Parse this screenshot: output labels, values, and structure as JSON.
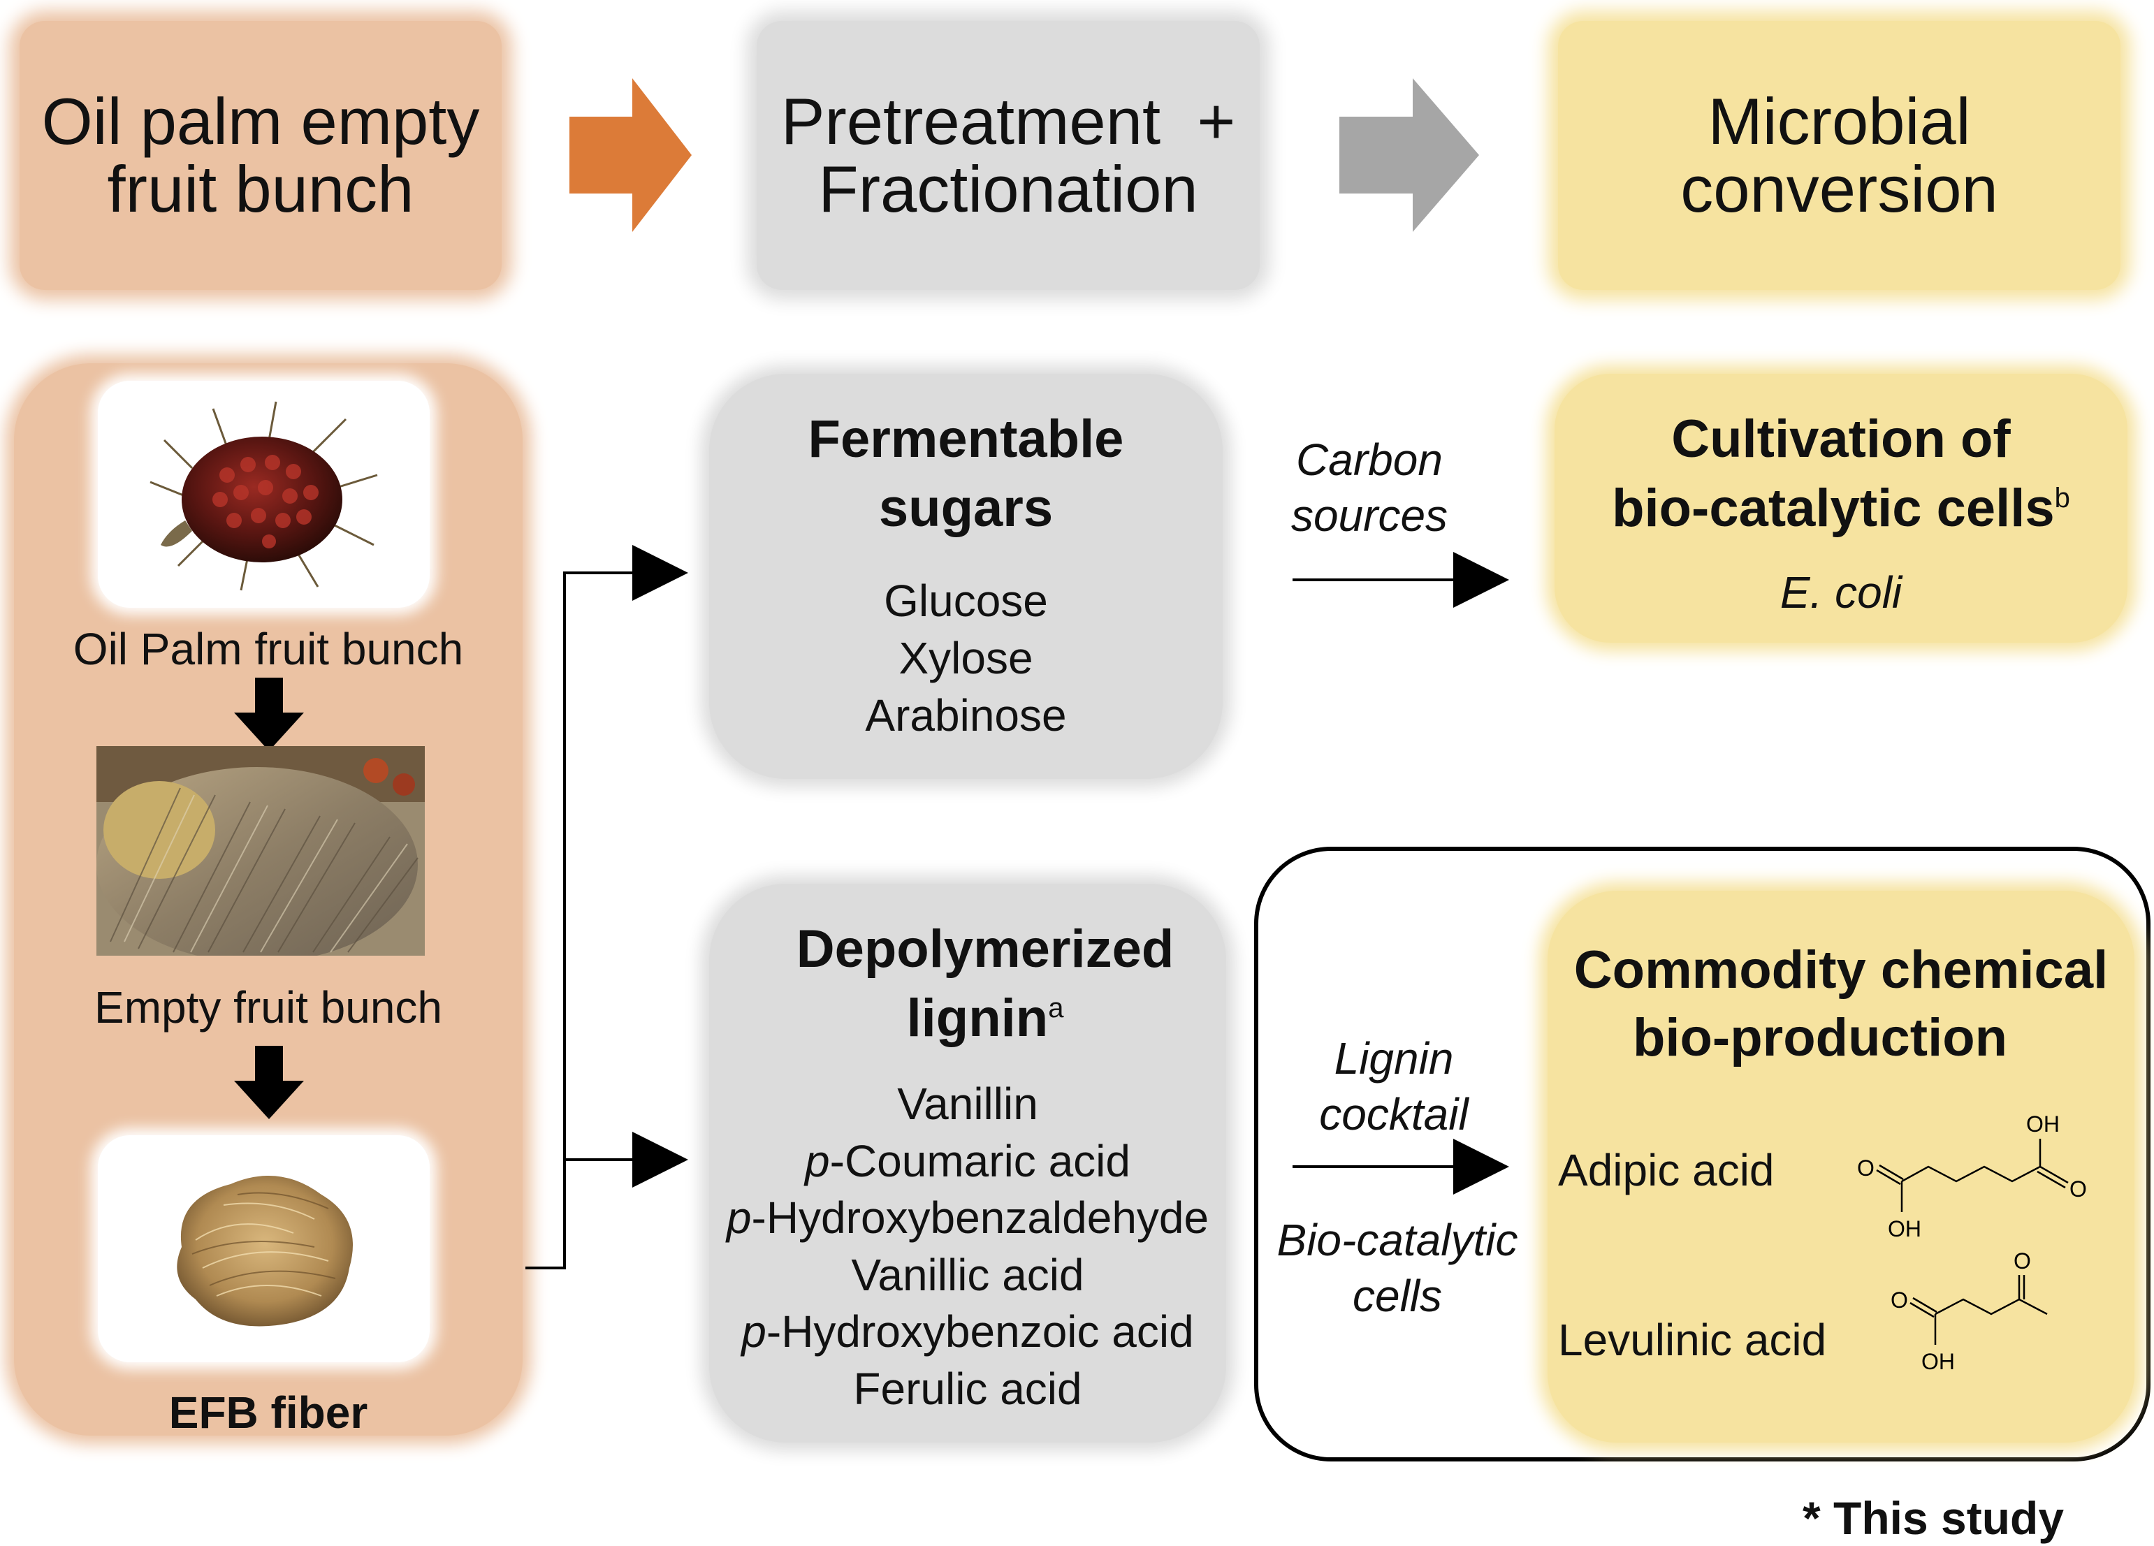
{
  "header": {
    "step1": [
      "Oil palm empty",
      "fruit bunch"
    ],
    "step2": [
      "Pretreatment  +",
      "Fractionation"
    ],
    "step3": [
      "Microbial",
      "conversion"
    ]
  },
  "feedstock": {
    "img1_caption": "Oil Palm fruit bunch",
    "img2_caption": "Empty fruit bunch",
    "img3_caption": "EFB fiber"
  },
  "sugars": {
    "title": [
      "Fermentable",
      "sugars"
    ],
    "items": [
      "Glucose",
      "Xylose",
      "Arabinose"
    ]
  },
  "carbon_label": [
    "Carbon",
    "sources"
  ],
  "cultivation": {
    "title_line1": "Cultivation of",
    "title_line2": "bio-catalytic cells",
    "title_sup": "b",
    "organism": "E. coli"
  },
  "lignin": {
    "title_line1": "Depolymerized",
    "title_line2": "lignin",
    "title_sup": "a",
    "items": [
      {
        "prefix": "",
        "text": "Vanillin"
      },
      {
        "prefix": "p",
        "text": "-Coumaric acid"
      },
      {
        "prefix": "p",
        "text": "-Hydroxybenzaldehyde"
      },
      {
        "prefix": "",
        "text": "Vanillic acid"
      },
      {
        "prefix": "p",
        "text": "-Hydroxybenzoic acid"
      },
      {
        "prefix": "",
        "text": "Ferulic acid"
      }
    ]
  },
  "cocktail_label": [
    "Lignin",
    "cocktail"
  ],
  "biocat_label": [
    "Bio-catalytic",
    "cells"
  ],
  "commodity": {
    "title": [
      "Commodity chemical",
      "bio-production"
    ],
    "product1": "Adipic acid",
    "product2": "Levulinic acid",
    "atom_oh": "OH",
    "atom_o": "O"
  },
  "footnote": "* This study",
  "colors": {
    "orange_panel": "#ebc2a3",
    "grey_panel": "#dcdcdc",
    "yellow_panel": "#f6e3a0",
    "orange_arrow": "#dc7b38",
    "grey_arrow": "#a6a6a6"
  }
}
